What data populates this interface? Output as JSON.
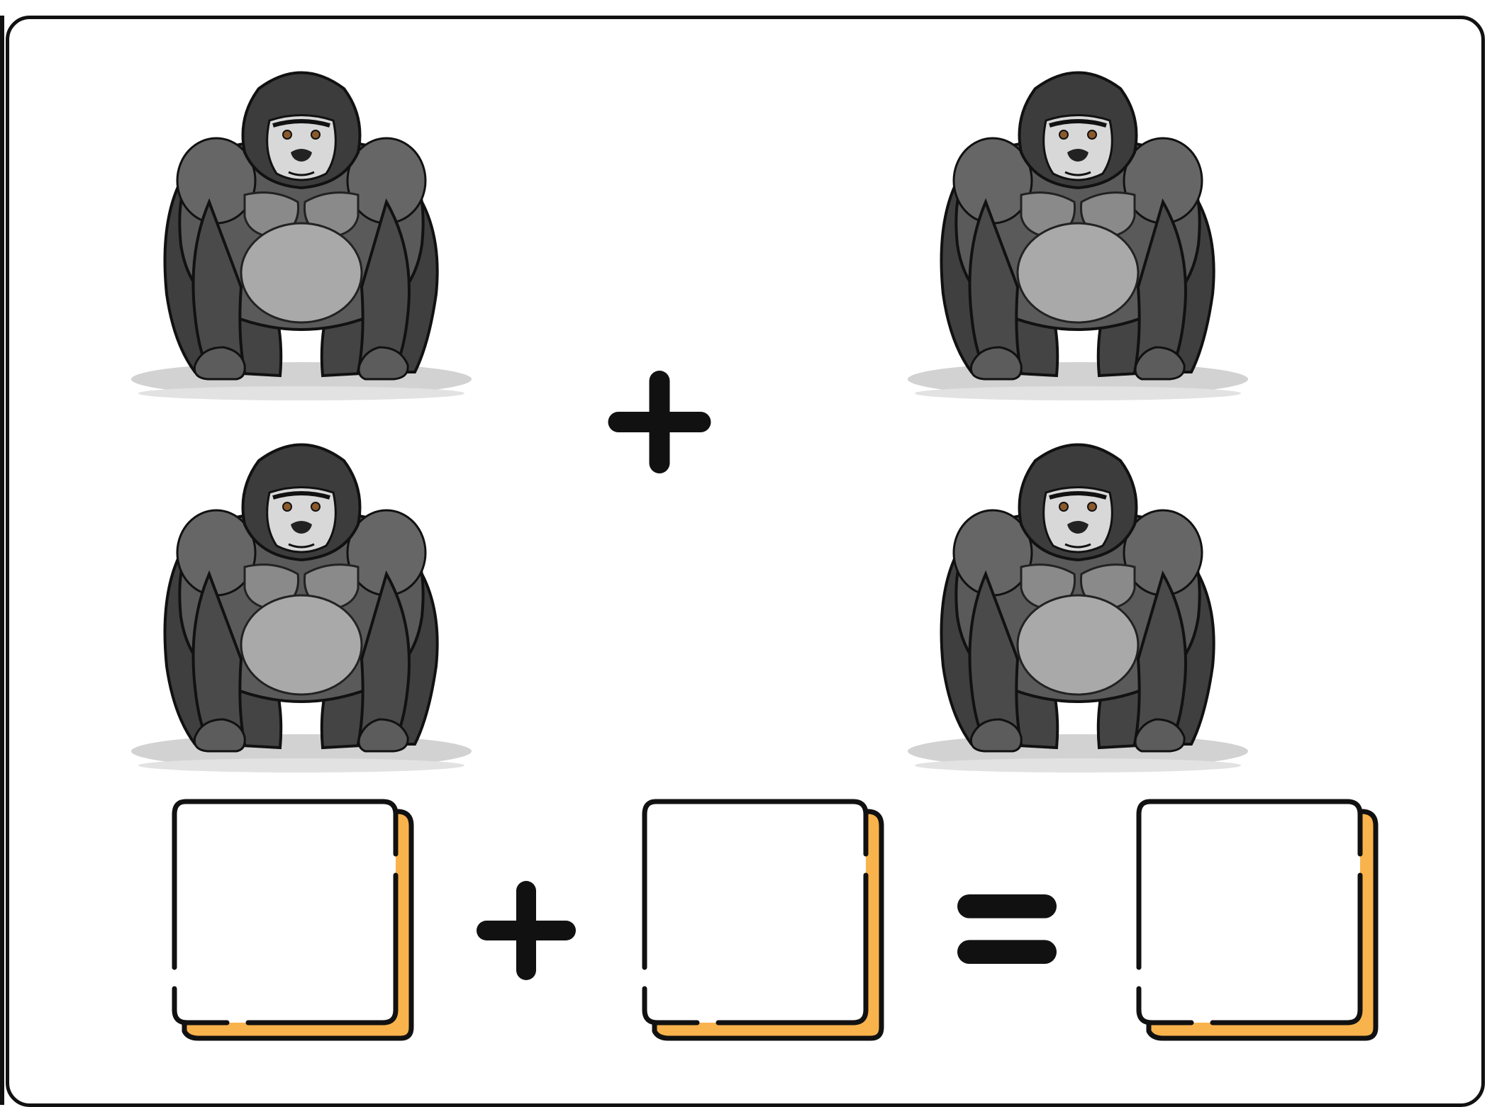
{
  "worksheet": {
    "groups": [
      {
        "count": 2
      },
      {
        "count": 2
      }
    ],
    "equation": {
      "operator_symbol": "+",
      "equals_symbol": "=",
      "answer_boxes": 3
    }
  },
  "colors": {
    "frame": "#111111",
    "gorilla_dark": "#4a4a4a",
    "gorilla_mid": "#6e6e6e",
    "gorilla_light": "#a9a9a9",
    "box_accent": "#f9b34c"
  },
  "icons": [
    "gorilla-icon",
    "plus-icon",
    "equals-icon"
  ]
}
